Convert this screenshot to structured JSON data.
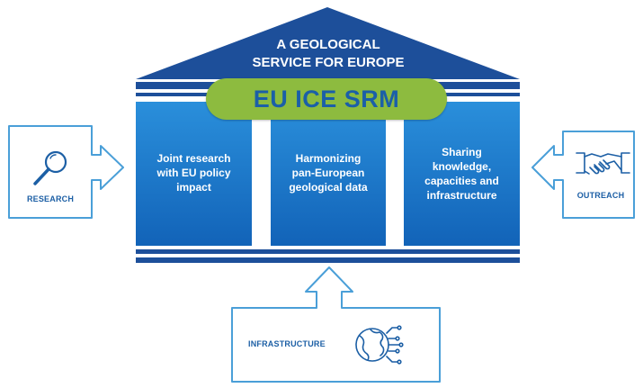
{
  "roof": {
    "title_line1": "A GEOLOGICAL",
    "title_line2": "SERVICE FOR EUROPE"
  },
  "badge": {
    "label": "EU ICE SRM"
  },
  "pillars": [
    {
      "text": "Joint research\nwith EU policy\nimpact"
    },
    {
      "text": "Harmonizing\npan-European\ngeological data"
    },
    {
      "text": "Sharing\nknowledge,\ncapacities and\ninfrastructure"
    }
  ],
  "inputs": {
    "research": {
      "label": "RESEARCH",
      "icon": "magnifier-icon"
    },
    "outreach": {
      "label": "OUTREACH",
      "icon": "handshake-icon"
    },
    "infrastructure": {
      "label": "INFRASTRUCTURE",
      "icon": "globe-network-icon"
    }
  },
  "colors": {
    "roof": "#1d4f9a",
    "pillar_top": "#2a8fdb",
    "pillar_bottom": "#1263b8",
    "badge": "#8dbb3f",
    "badge_text": "#1b5fa8",
    "outline": "#4a9fd8",
    "label_text": "#1c5fa5"
  }
}
